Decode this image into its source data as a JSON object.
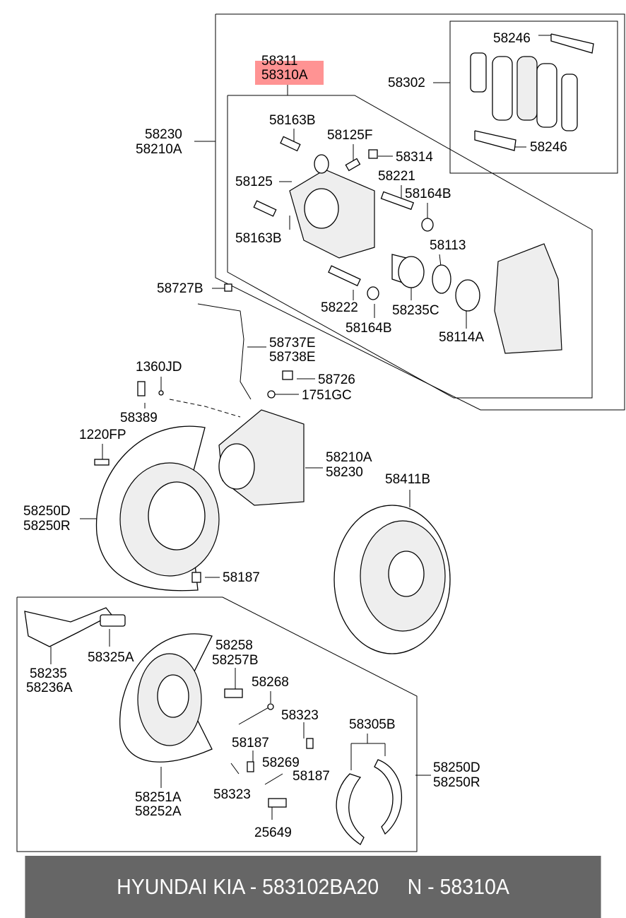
{
  "highlight_color": "#ff8080",
  "banner_color": "#666666",
  "banner": {
    "brand_part": "HYUNDAI KIA - 583102BA20",
    "ref": "N - 58310A"
  },
  "labels": {
    "l58311": "58311",
    "l58310A": "58310A",
    "l58246a": "58246",
    "l58302": "58302",
    "l58246b": "58246",
    "l58230a": "58230",
    "l58210Aa": "58210A",
    "l58163Ba": "58163B",
    "l58125F": "58125F",
    "l58314": "58314",
    "l58221": "58221",
    "l58125": "58125",
    "l58164Ba": "58164B",
    "l58163Bb": "58163B",
    "l58113": "58113",
    "l58727B": "58727B",
    "l58222": "58222",
    "l58235C": "58235C",
    "l58164Bb": "58164B",
    "l58114A": "58114A",
    "l58737E": "58737E",
    "l58738E": "58738E",
    "l1360JD": "1360JD",
    "l58726": "58726",
    "l1751GC": "1751GC",
    "l58389": "58389",
    "l1220FP": "1220FP",
    "l58210Ab": "58210A",
    "l58230b": "58230",
    "l58411B": "58411B",
    "l58250Da": "58250D",
    "l58250Ra": "58250R",
    "l58187a": "58187",
    "l58235": "58235",
    "l58236A": "58236A",
    "l58325A": "58325A",
    "l58258": "58258",
    "l58257B": "58257B",
    "l58268": "58268",
    "l58323a": "58323",
    "l58305B": "58305B",
    "l58187b": "58187",
    "l58269": "58269",
    "l58250Db": "58250D",
    "l58250Rb": "58250R",
    "l58187c": "58187",
    "l58323b": "58323",
    "l58251A": "58251A",
    "l58252A": "58252A",
    "l25649": "25649"
  }
}
